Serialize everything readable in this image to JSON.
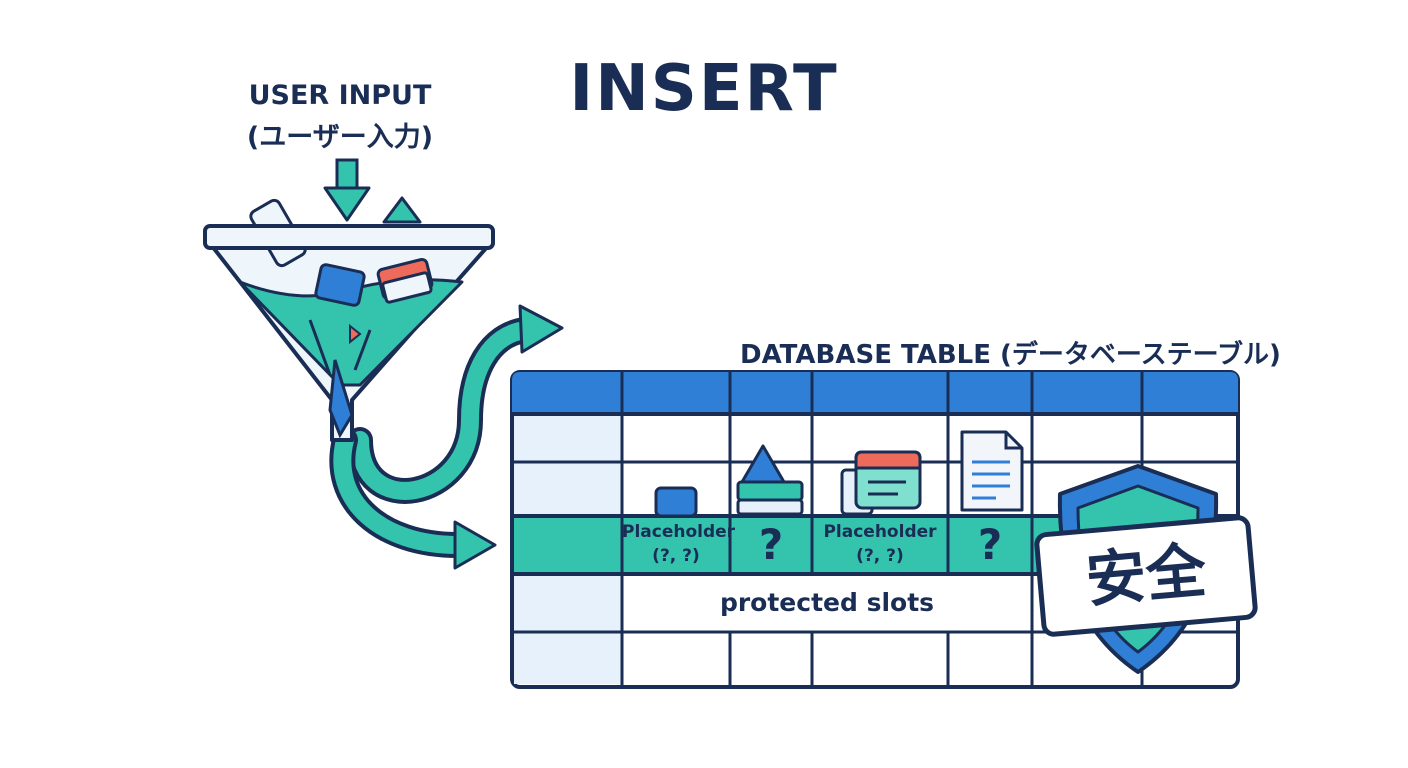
{
  "title": "INSERT",
  "user_input": {
    "line1": "USER INPUT",
    "line2": "(ユーザー入力)"
  },
  "table": {
    "title": "DATABASE TABLE (データベーステーブル)",
    "placeholder_1": {
      "line1": "Placeholder",
      "line2": "(?, ?)"
    },
    "question_1": "?",
    "placeholder_2": {
      "line1": "Placeholder",
      "line2": "(?, ?)"
    },
    "question_2": "?",
    "protected_label": "protected slots"
  },
  "shield": {
    "label": "安全"
  },
  "colors": {
    "navy": "#1a2e55",
    "blue": "#2f7fd6",
    "teal": "#34c3ad",
    "light_blue": "#e6f1fb",
    "coral": "#ee6b5b"
  }
}
